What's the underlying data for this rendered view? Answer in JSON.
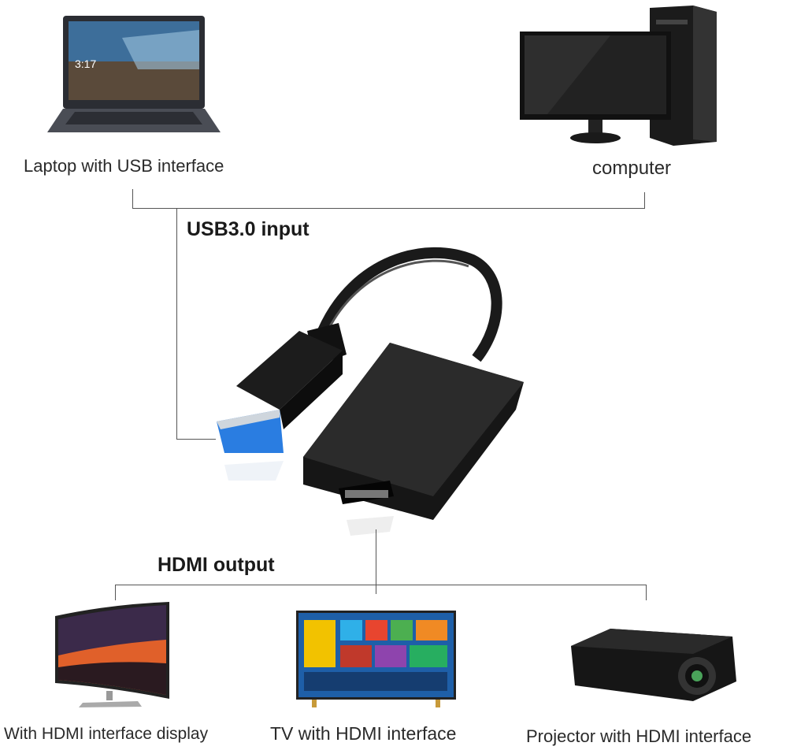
{
  "labels": {
    "laptop": "Laptop with USB interface",
    "computer": "computer",
    "usb_input": "USB3.0 input",
    "hdmi_output": "HDMI output",
    "display": "With HDMI interface display",
    "tv": "TV with HDMI interface",
    "projector": "Projector with HDMI interface"
  },
  "laptop_screen": {
    "time": "3:17"
  },
  "colors": {
    "usb_blue": "#2a7de1",
    "device_black": "#1a1a1a",
    "line": "#555555"
  }
}
